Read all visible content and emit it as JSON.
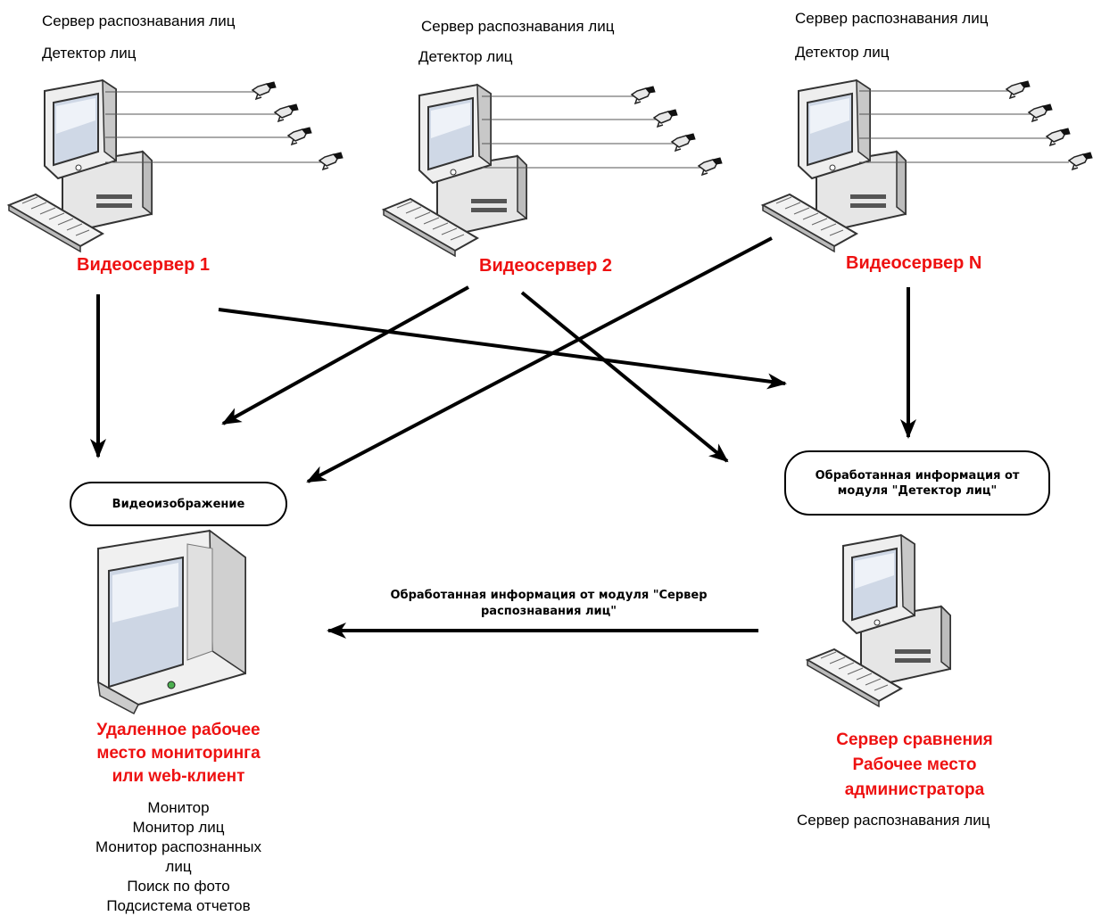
{
  "videoservers": [
    {
      "name": "Видеосервер 1",
      "modules": [
        "Сервер распознавания лиц",
        "Детектор лиц"
      ]
    },
    {
      "name": "Видеосервер 2",
      "modules": [
        "Сервер распознавания лиц",
        "Детектор лиц"
      ]
    },
    {
      "name": "Видеосервер N",
      "modules": [
        "Сервер распознавания лиц",
        "Детектор лиц"
      ]
    }
  ],
  "bubbles": {
    "video": "Видеоизображение",
    "detector": "Обработанная информация от модуля \"Детектор лиц\""
  },
  "arrow_label": "Обработанная информация от модуля \"Сервер распознавания лиц\"",
  "remote_ws": {
    "title_lines": [
      "Удаленное рабочее",
      "место мониторинга",
      "или web-клиент"
    ],
    "modules": [
      "Монитор",
      "Монитор лиц",
      "Монитор распознанных",
      "лиц",
      "Поиск по фото",
      "Подсистема отчетов"
    ]
  },
  "compare_server": {
    "title_lines": [
      "Сервер сравнения",
      "Рабочее место",
      "администратора"
    ],
    "modules": [
      "Сервер распознавания лиц"
    ]
  },
  "colors": {
    "title_red": "#ee1111",
    "arrow": "#000000"
  }
}
